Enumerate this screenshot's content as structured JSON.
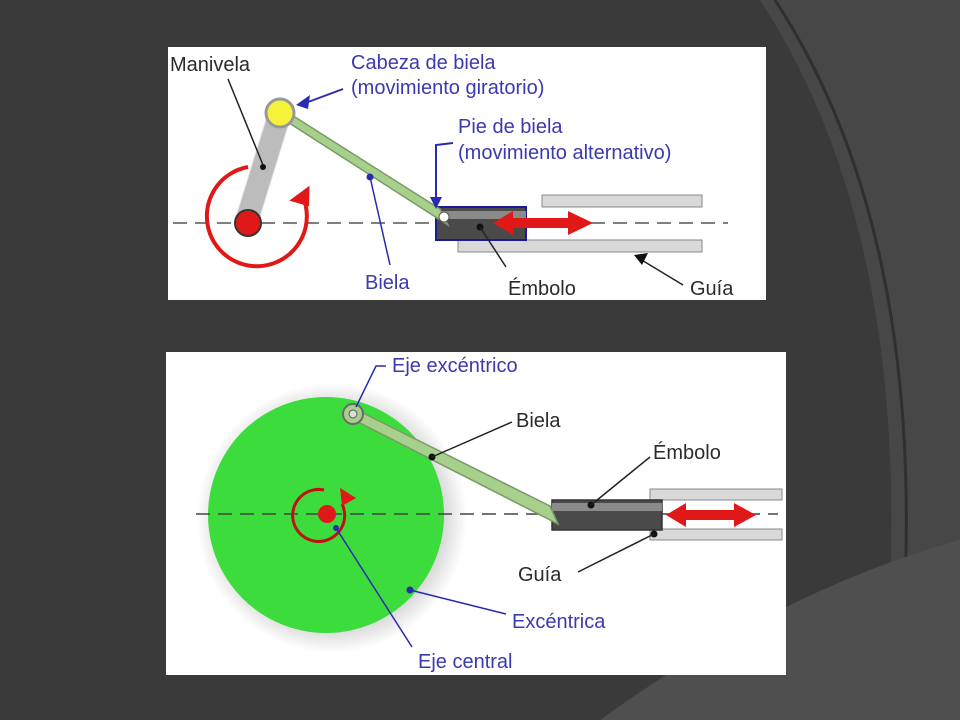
{
  "top_diagram": {
    "labels": {
      "manivela": "Manivela",
      "cabeza_line1": "Cabeza de biela",
      "cabeza_line2": "(movimiento giratorio)",
      "pie_line1": "Pie de biela",
      "pie_line2": "(movimiento alternativo)",
      "biela": "Biela",
      "embolo": "Émbolo",
      "guia": "Guía"
    }
  },
  "bottom_diagram": {
    "labels": {
      "eje_excentrico": "Eje excéntrico",
      "biela": "Biela",
      "embolo": "Émbolo",
      "guia": "Guía",
      "excentrica": "Excéntrica",
      "eje_central": "Eje central"
    }
  },
  "colors": {
    "background": "#3a3a3a",
    "crank_gray": "#c8c8c8",
    "rod_green": "#a8d08d",
    "eccentric_green": "#3cdc3c",
    "red": "#e01818",
    "yellow": "#f6f23a",
    "blue_label": "#3a3ab0"
  }
}
